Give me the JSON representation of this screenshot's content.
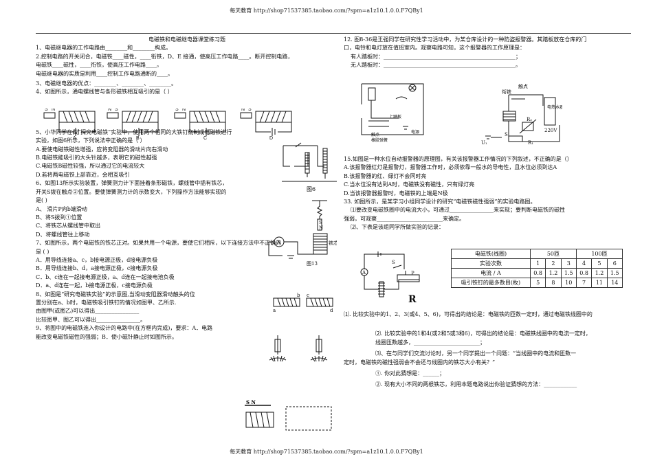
{
  "header_text": "每天教育 http://shop71537385.taobao.com/?spm=a1z10.1.0.0.F7QBy1",
  "footer_text": "每天教育 http://shop71537385.taobao.com/?spm=a1z10.1.0.0.F7QBy1",
  "left": {
    "title": "电磁铁和电磁继电器课堂练习题",
    "lines": [
      "1、电磁继电器的工作电路由________和________构成。",
      "2.控制电路的开关闭合，电磁铁____磁性，____衔铁，D、E 接通，使高压工作电路____。断开控制电路，",
      "电磁铁____磁性，____衔铁，使高压工作电路____。",
      "电磁继电器的实质是利用____控制工作电路通断的____。",
      "3、电磁继电器的优点：________、________、________。",
      "4、如图所示，通电螺线管与条形磁铁相互吸引的是（    ）",
      "5、小华同学在做“探究电磁铁”实验中，使用两个相同的大铁钉绕制成电磁铁进行",
      "实验，如图6所示，下列说法中正确的是（    ）",
      "A.要使电磁铁磁性增强，应将变阻器的滑动片向右滑动",
      "B.电磁铁能吸引的大头针越多，表明它的磁性越强",
      "C.电磁铁B磁性较强，所以通过它的电流较大",
      "D.若将两电磁铁上部靠近，会相互吸引",
      "6、如图13所示实验装置，弹簧测力计下面挂着条形磁铁，螺线管中插有铁芯，",
      "开关S拨在触点②位置。要使弹簧测力计的示数变大，下列操作方法能够实现的",
      "是(    )",
      "A、 滑片P向b端滑动",
      "B、将S拨到①位置",
      "C、将铁芯从螺线管中取出",
      "D、将螺线管往上移动",
      "7、如图所示，两个电磁铁的铁芯正对。如果共用一个电源，要使它们相斥，以下连接方法中不正确的",
      "是          (     )",
      "A．用导线连接a、c，b接电源正极，d接电源负极",
      "B．用导线连接b、d，a接电源正极，c接电源负极",
      "C．b、c连在一起接电源正极，a、d连在一起接电池负极",
      "D．a、d连在一起，b接电源正极，c接电源负极",
      "8、如图是“研究电磁铁实验”的示意图,当滑动变阻器滑动触头的位",
      "置分别在a、b时，电磁铁吸引铁钉的情况如图甲、乙所示.",
      "由图甲(或图乙)可以得出________________",
      "比较图甲、图乙可以得出________________。",
      "9、将图中的电磁铁连入你设计的电路中(在方框内完成)，要求：A．电路",
      "能改变电磁铁磁性的强弱；B．使小磁针静止时如图所示。"
    ]
  },
  "right": {
    "lines_top": [
      "12. 图8-36是王强同学在研究性学习活动中，为某仓库设计的一种防盗报警器。其踏板放在仓库的门",
      "口，电铃和电灯放在值班室内。观察电路可知，这个报警器的工作原理是：",
      "有人踏板时：________________________________________________；",
      "无人踏板时：________________________________________________。"
    ],
    "lines_mid": [
      "15.如图是一种水位自动报警器的原理图，有关该报警器工作情况的下列叙述，不正确的是（）",
      "A.该报警器红灯是报警灯，报警器工作时，必须依靠一般水的导电性，且水位必须到达A",
      "B.该报警器的红、绿灯不会同时亮",
      "C.当水位没有达到A时，电磁铁没有磁性，只有绿灯亮",
      "D.当该报警器报警时，电磁铁的上端是N极",
      "33. 如图所示，是某学习小组同学设计的研究“电磁铁磁性强弱”的实验电路图。",
      "⑴要改变电磁铁圈中的电流大小，可通过________________来实现；要判断电磁铁的磁性",
      "强弱，可观察________________________来确定。",
      "⑵、下表是该组同学所做实验的记录："
    ],
    "lines_bottom": [
      "⑴. 比较实验中的1、2、3(或4、5、6)，可得出的结论是：电磁铁的匝数一定时，通过电磁铁线圈中的",
      "",
      "⑵. 比较实验中的1和4(或2和5或3和6)，可得出的结论是：电磁铁线圈中的电流一定时，",
      "线圈匝数越多，________________________；",
      "⑶、在与同学们交流讨论时，另一个同学提出一个问题：“当线圈中的电流和匝数一",
      "定时，电磁铁的磁性强弱会不会还与线圈内的铁芯大小有关？”",
      "①. 你对此猜想是：______；",
      "②. 现有大小不同的两根铁芯，利用本题电路说出你验证猜想的方法：____________"
    ]
  },
  "table": {
    "r1": [
      "电磁铁(线圈)",
      "50匝",
      "100匝"
    ],
    "r2": [
      "实验次数",
      "1",
      "2",
      "3",
      "4",
      "5",
      "6"
    ],
    "r3": [
      "电流 / A",
      "0.8",
      "1.2",
      "1.5",
      "0.8",
      "1.2",
      "1.5"
    ],
    "r4": [
      "吸引铁钉的最多数目(枚)",
      "5",
      "8",
      "10",
      "7",
      "11",
      "14"
    ]
  },
  "figure_labels": {
    "fig4_letters": [
      "A",
      "B",
      "C",
      "D"
    ],
    "fig6": "图6",
    "fig13": "图13",
    "fig13_core": "铁芯",
    "alarm_contact": "触点",
    "alarm_armature": "衔铁",
    "alarm_heater": "电热水器",
    "alarm_voltage": "220V",
    "alarm_u1": "U₁",
    "alarm_r1": "R₁",
    "alarm_r2": "R₂",
    "alarm_s": "S",
    "pedal_labels": [
      "上踏板",
      "触点",
      "橡胶弹簧",
      "电源"
    ],
    "fig33_R": "R",
    "fig33_S": "S",
    "fig33_P": "P",
    "fig9_magnet": "S N"
  }
}
